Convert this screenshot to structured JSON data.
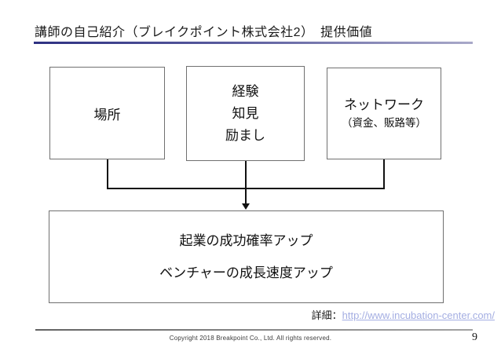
{
  "slide": {
    "title": "講師の自己紹介（ブレイクポイント株式会社2）　提供価値"
  },
  "diagram": {
    "box_place": {
      "label": "場所"
    },
    "box_experience": {
      "lines": [
        "経験",
        "知見",
        "励まし"
      ]
    },
    "box_network": {
      "line1": "ネットワーク",
      "line2": "（資金、販路等）"
    },
    "box_outcome": {
      "line1": "起業の成功確率アップ",
      "line2": "ベンチャーの成長速度アップ"
    }
  },
  "detail": {
    "label": "詳細：",
    "url_text": "http://www.incubation-center.com/"
  },
  "footer": {
    "copyright": "Copyright 2018 Breakpoint Co., Ltd. All rights reserved.",
    "page_number": "9"
  },
  "colors": {
    "accent_rule_dark": "#2e3182",
    "accent_rule_light": "#a9a9c9",
    "link": "#a4aee2",
    "box_border": "#707070",
    "connector": "#111111"
  }
}
